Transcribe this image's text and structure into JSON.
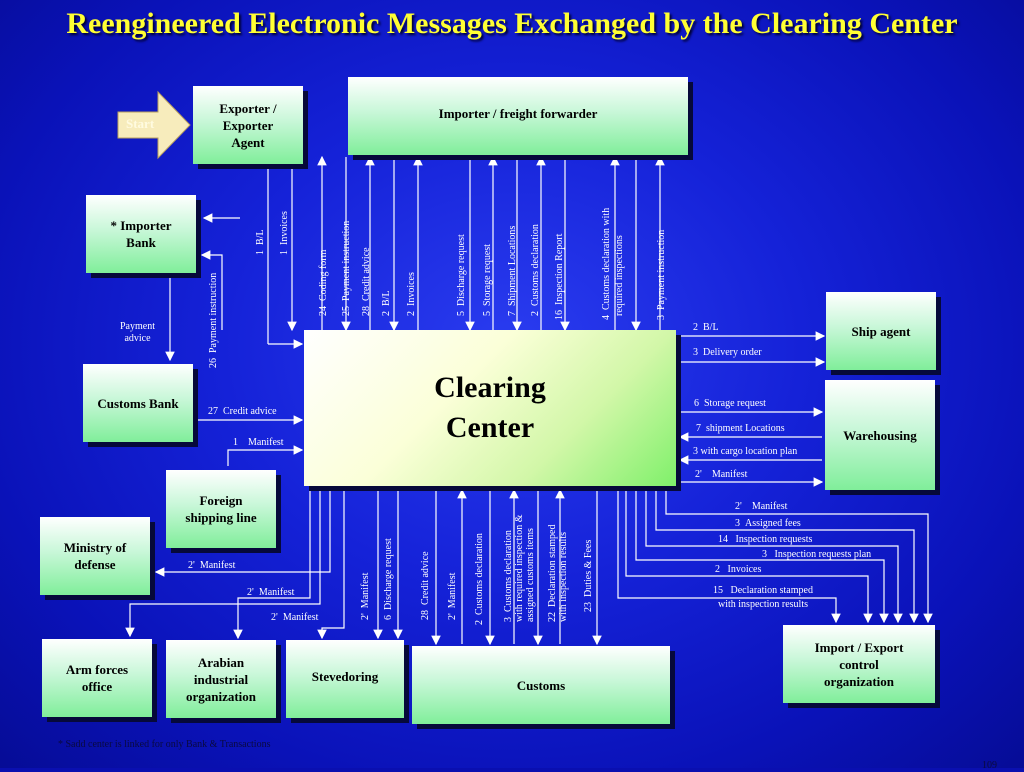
{
  "title": "Reengineered Electronic Messages Exchanged by the Clearing Center",
  "start_label": "Start",
  "nodes": {
    "exporter": "Exporter /\nExporter\nAgent",
    "importer": "Importer / freight forwarder",
    "importer_bank": "*    Importer\nBank",
    "customs_bank": "Customs Bank",
    "foreign_shipping": "Foreign\nshipping line",
    "ministry_defense": "Ministry of\ndefense",
    "arm_forces": "Arm forces\noffice",
    "arabian": "Arabian\nindustrial\norganization",
    "stevedoring": "Stevedoring",
    "customs": "Customs",
    "clearing_center": "Clearing\nCenter",
    "ship_agent": "Ship agent",
    "warehousing": "Warehousing",
    "import_export": "Import / Export\ncontrol\norganization"
  },
  "top_messages": [
    {
      "num": "1",
      "text": "B/L"
    },
    {
      "num": "1",
      "text": "Invoices"
    },
    {
      "num": "24",
      "text": "Coding form"
    },
    {
      "num": "25",
      "text": "Payment instruction"
    },
    {
      "num": "28",
      "text": "Credit advice"
    },
    {
      "num": "2",
      "text": "B/L"
    },
    {
      "num": "2",
      "text": "Invoices"
    },
    {
      "num": "5",
      "text": "Discharge request"
    },
    {
      "num": "5",
      "text": "Storage request"
    },
    {
      "num": "7",
      "text": "Shipment Locations"
    },
    {
      "num": "2",
      "text": "Customs declaration"
    },
    {
      "num": "16",
      "text": "Inspection Report"
    },
    {
      "num": "4",
      "text": "Customs declaration with"
    },
    {
      "num": "",
      "text": "required inspections"
    },
    {
      "num": "3",
      "text": "Payment instruction"
    }
  ],
  "left_messages": [
    {
      "num": "26",
      "text": "Payment instruction"
    },
    {
      "num": "",
      "text": "Payment\nadvice"
    },
    {
      "num": "27",
      "text": "Credit advice"
    },
    {
      "num": "1",
      "text": "Manifest"
    },
    {
      "num": "2'",
      "text": "Manifest"
    },
    {
      "num": "2'",
      "text": "Manifest"
    },
    {
      "num": "2'",
      "text": "Manifest"
    }
  ],
  "right_messages": [
    {
      "num": "2",
      "text": "B/L"
    },
    {
      "num": "3",
      "text": "Delivery order"
    },
    {
      "num": "6",
      "text": "Storage request"
    },
    {
      "num": "7",
      "text": "shipment Locations"
    },
    {
      "num": "3",
      "text": "with cargo location plan"
    },
    {
      "num": "2'",
      "text": "Manifest"
    },
    {
      "num": "2'",
      "text": "Manifest"
    },
    {
      "num": "3",
      "text": "Assigned fees"
    },
    {
      "num": "14",
      "text": "Inspection requests"
    },
    {
      "num": "3",
      "text": "Inspection requests plan"
    },
    {
      "num": "2",
      "text": "Invoices"
    },
    {
      "num": "15",
      "text": "Declaration stamped"
    },
    {
      "num": "",
      "text": "with inspection results"
    }
  ],
  "bottom_messages": [
    {
      "num": "2'",
      "text": "Manifest"
    },
    {
      "num": "6",
      "text": "Discharge request"
    },
    {
      "num": "28",
      "text": "Credit advice"
    },
    {
      "num": "2'",
      "text": "Manifest"
    },
    {
      "num": "2",
      "text": "Customs declaration"
    },
    {
      "num": "3",
      "text": "Customs declaration\nwith required inspection &\nassigned customs items"
    },
    {
      "num": "22",
      "text": "Declaration stamped\nwith inspection results"
    },
    {
      "num": "23",
      "text": "Duties & Fees"
    }
  ],
  "footnote": "*  Sadd center is linked for only Bank & Transactions",
  "page_number": "109",
  "colors": {
    "background": "#1522d8",
    "title": "#ffff33",
    "box_light": "#ffffff",
    "box_dark": "#80ee9a",
    "arrow": "#ffffff"
  }
}
